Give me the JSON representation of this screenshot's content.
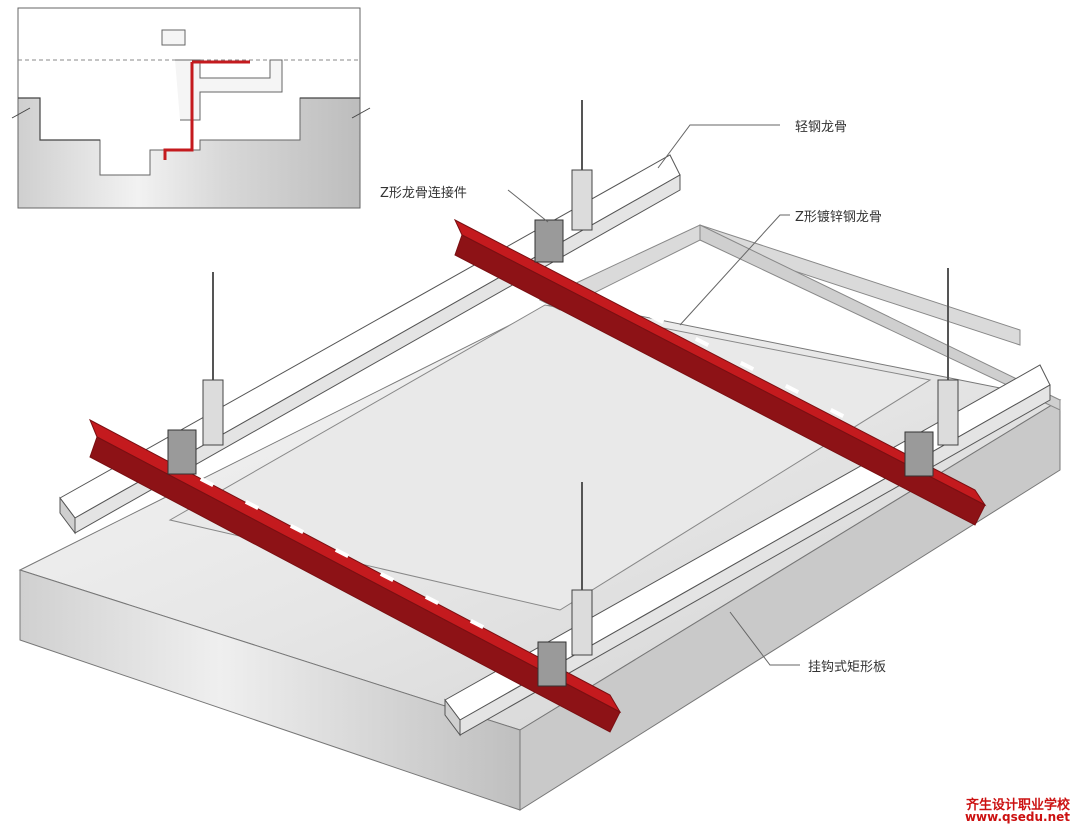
{
  "labels": {
    "light_steel_keel": "轻钢龙骨",
    "z_connector": "Z形龙骨连接件",
    "z_galvanized_keel": "Z形镀锌钢龙骨",
    "hook_panel": "挂钩式矩形板"
  },
  "watermark": {
    "school": "齐生设计职业学校",
    "url": "www.qsedu.net"
  },
  "colors": {
    "red_keel": "#c41a1e",
    "red_keel_dark": "#8d1216",
    "panel_light": "#f2f2f2",
    "panel_mid": "#d6d6d6",
    "panel_dark": "#b8b8b8",
    "line": "#555555",
    "watermark": "#cc1111"
  }
}
